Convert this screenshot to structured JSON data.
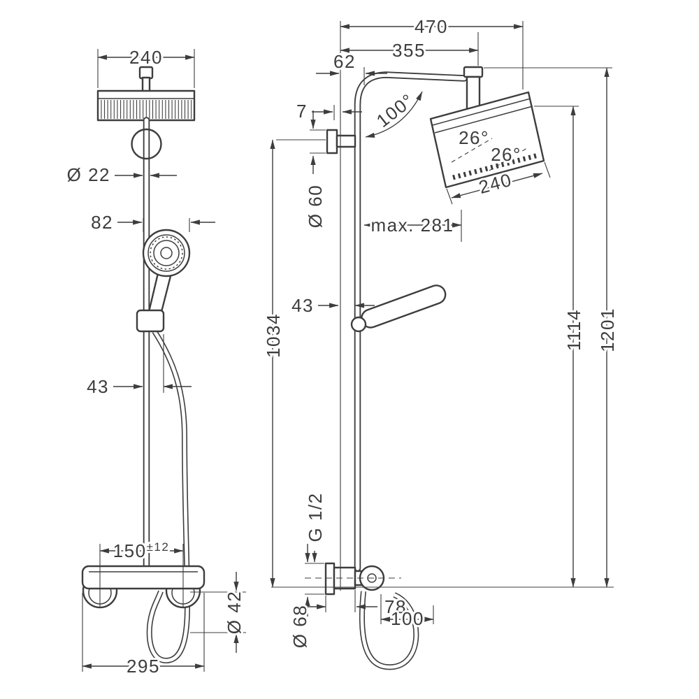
{
  "colors": {
    "ink": "#3d3d3d",
    "background": "#ffffff"
  },
  "drawing": {
    "front": {
      "head_width": "240",
      "pipe_diameter": "Ø 22",
      "handshower_diameter": "82",
      "holder_offset": "43",
      "valve_spacing": "150",
      "valve_spacing_tolerance": "±12",
      "hose_bend_diameter": "Ø 42",
      "valve_width": "295"
    },
    "side": {
      "reach_total": "470",
      "reach_head": "355",
      "wall_offset": "62",
      "bracket_gap": "7",
      "arm_angle": "100°",
      "escutcheon_diameter": "Ø 60",
      "max_adjust": "max. 281",
      "holder_offset": "43",
      "bar_height": "1034",
      "tilt_a": "26°",
      "tilt_b": "26°",
      "head_size": "240",
      "height_head": "1114",
      "height_total": "1201",
      "thread": "G 1/2",
      "valve_depth": "78",
      "valve_escutcheon": "Ø 68",
      "valve_clearance": "100"
    }
  }
}
